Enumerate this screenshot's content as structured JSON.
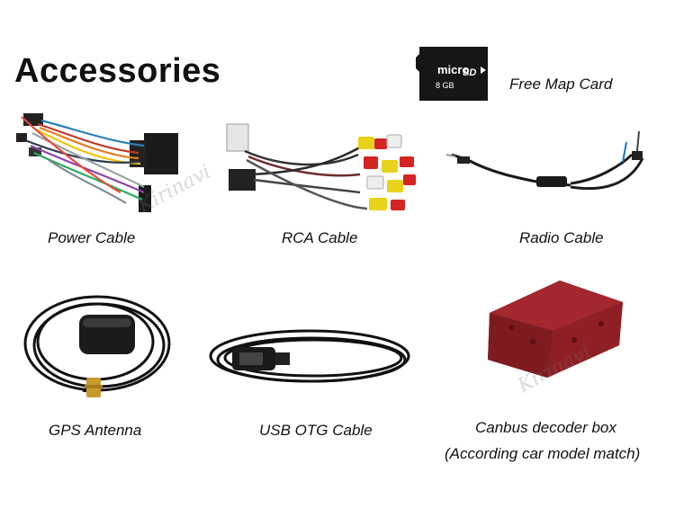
{
  "title": "Accessories",
  "items": [
    {
      "id": "sd",
      "label": "Free Map Card",
      "card_brand": "micro",
      "card_sd": "SD",
      "card_capacity": "8 GB"
    },
    {
      "id": "power",
      "label": "Power Cable"
    },
    {
      "id": "rca",
      "label": "RCA Cable"
    },
    {
      "id": "radio",
      "label": "Radio Cable"
    },
    {
      "id": "gps",
      "label": "GPS Antenna"
    },
    {
      "id": "usb",
      "label": "USB OTG Cable"
    },
    {
      "id": "canbus",
      "label": "Canbus decoder box",
      "sublabel": "(According car model match)"
    }
  ],
  "watermark": "Kirinavi",
  "colors": {
    "canbus_box": "#8e1f24",
    "gps": "#1b1b1b",
    "rca_red": "#d42424",
    "rca_yellow": "#e8d21a",
    "rca_white": "#eeeeee"
  }
}
